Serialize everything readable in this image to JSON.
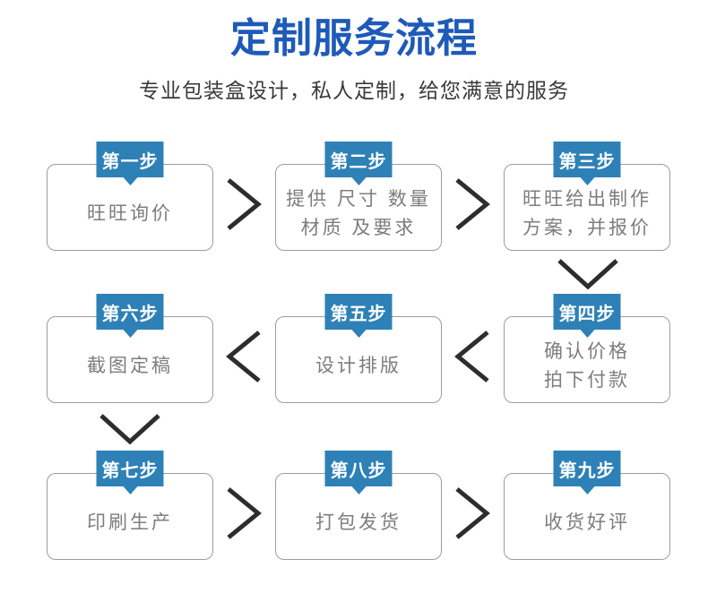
{
  "title": "定制服务流程",
  "subtitle": "专业包装盒设计，私人定制，给您满意的服务",
  "colors": {
    "title_blue": "#1e5ab8",
    "badge_blue": "#2e81b6",
    "box_border": "#9d9d9d",
    "box_text": "#7d7d7d",
    "arrow_color": "#2d2d2d",
    "subtitle_color": "#3a3a3a"
  },
  "steps": [
    {
      "label": "第一步",
      "lines": [
        "旺旺询价"
      ]
    },
    {
      "label": "第二步",
      "lines": [
        "提供 尺寸 数量",
        "材质 及要求"
      ]
    },
    {
      "label": "第三步",
      "lines": [
        "旺旺给出制作",
        "方案，并报价"
      ]
    },
    {
      "label": "第四步",
      "lines": [
        "确认价格",
        "拍下付款"
      ]
    },
    {
      "label": "第五步",
      "lines": [
        "设计排版"
      ]
    },
    {
      "label": "第六步",
      "lines": [
        "截图定稿"
      ]
    },
    {
      "label": "第七步",
      "lines": [
        "印刷生产"
      ]
    },
    {
      "label": "第八步",
      "lines": [
        "打包发货"
      ]
    },
    {
      "label": "第九步",
      "lines": [
        "收货好评"
      ]
    }
  ]
}
